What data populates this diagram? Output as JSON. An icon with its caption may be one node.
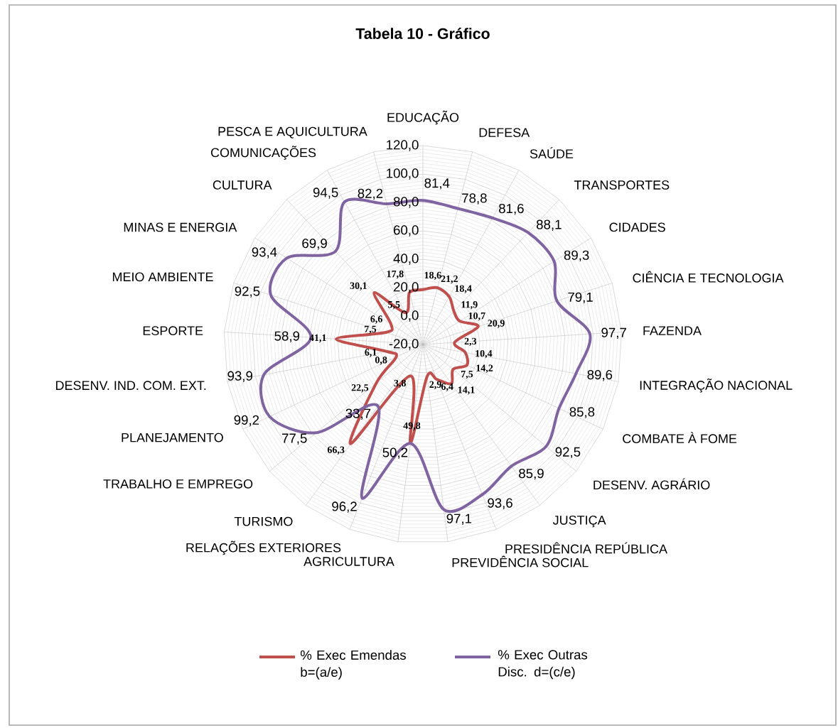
{
  "diagram": {
    "title": "Tabela 10 - Gráfico",
    "labels": [
      "-20,0",
      "0,0",
      "20,0",
      "40,0",
      "60,0",
      "80,0",
      "100,0",
      "120,0",
      "EDUCAÇÃO",
      "DEFESA",
      "SAÚDE",
      "TRANSPORTES",
      "CIDADES",
      "CIÊNCIA E TECNOLOGIA",
      "FAZENDA",
      "INTEGRAÇÃO NACIONAL",
      "COMBATE À FOME",
      "DESENV. AGRÁRIO",
      "JUSTIÇA",
      "PRESIDÊNCIA  REPÚBLICA",
      "PREVIDÊNCIA SOCIAL",
      "AGRICULTURA",
      "RELAÇÕES EXTERIORES",
      "TURISMO",
      "TRABALHO E EMPREGO",
      "PLANEJAMENTO",
      "DESENV. IND. COM. EXT.",
      "ESPORTE",
      "MEIO AMBIENTE",
      "MINAS E ENERGIA",
      "CULTURA",
      "COMUNICAÇÕES",
      "PESCA E AQUICULTURA",
      "18,6",
      "21,2",
      "18,4",
      "11,9",
      "10,7",
      "20,9",
      "2,3",
      "10,4",
      "14,2",
      "7,5",
      "14,1",
      "6,4",
      "2,9",
      "49,8",
      "3,8",
      "66,3",
      "22,5",
      "0,8",
      "6,1",
      "41,1",
      "7,5",
      "6,6",
      "30,1",
      "5,5",
      "17,8",
      "81,4",
      "78,8",
      "81,6",
      "88,1",
      "89,3",
      "79,1",
      "97,7",
      "89,6",
      "85,8",
      "92,5",
      "85,9",
      "93,6",
      "97,1",
      "50,2",
      "96,2",
      "33,7",
      "77,5",
      "99,2",
      "93,9",
      "58,9",
      "92,5",
      "93,4",
      "69,9",
      "94,5",
      "82,2"
    ],
    "legend": [
      {
        "text": "% Exec Emendas b=(a/e)",
        "color": "#c0504d"
      },
      {
        "text": "% Exec Outras Disc. d=(c/e)",
        "color": "#8064a2"
      }
    ]
  }
}
